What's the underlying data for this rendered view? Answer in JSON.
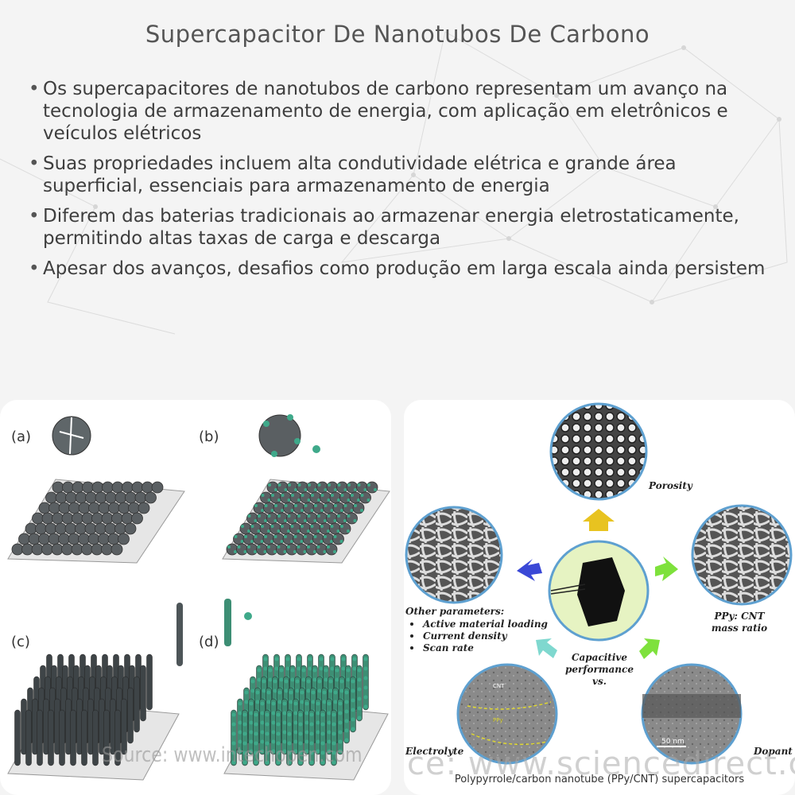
{
  "header": {
    "title": "Supercapacitor De Nanotubos De Carbono"
  },
  "bullets": [
    "Os supercapacitores de nanotubos de carbono representam um avanço na tecnologia de armazenamento de energia, com aplicação em eletrônicos e veículos elétricos",
    "Suas propriedades incluem alta condutividade elétrica e grande área superficial, essenciais para armazenamento de energia",
    "Diferem das baterias tradicionais ao armazenar energia eletrostaticamente, permitindo altas taxas de carga e descarga",
    "Apesar dos avanços, desafios como produção em larga escala ainda persistem"
  ],
  "left_figure": {
    "labels": [
      "(a)",
      "(b)",
      "(c)",
      "(d)"
    ],
    "source_watermark": "Source: www.intechopen.com",
    "colors": {
      "particle": "#5a5f62",
      "coating": "#3fa98a",
      "substrate": "#e4e4e4"
    }
  },
  "right_figure": {
    "labels": {
      "porosity": "Porosity",
      "ppy_cnt": "PPy: CNT",
      "mass_ratio": "mass ratio",
      "other_params": "Other parameters:",
      "capacitive": "Capacitive",
      "performance": "performance",
      "vs": "vs.",
      "electrolyte": "Electrolyte",
      "dopant": "Dopant",
      "cnt_tag": "CNT",
      "ppy_tag": "PPy",
      "scale": "50 nm"
    },
    "param_items": [
      "Active material loading",
      "Current density",
      "Scan rate"
    ],
    "source_watermark": "ce: www.sciencedirect.c",
    "caption": "Polypyrrole/carbon nanotube (PPy/CNT) supercapacitors",
    "colors": {
      "center": "#e6f3c2",
      "ring": "#5ea0d0",
      "arrow_up": "#e8c320",
      "arrow_right": "#7ee13c",
      "arrow_left": "#3a48d6",
      "arrow_teal": "#7fd8cf"
    }
  }
}
